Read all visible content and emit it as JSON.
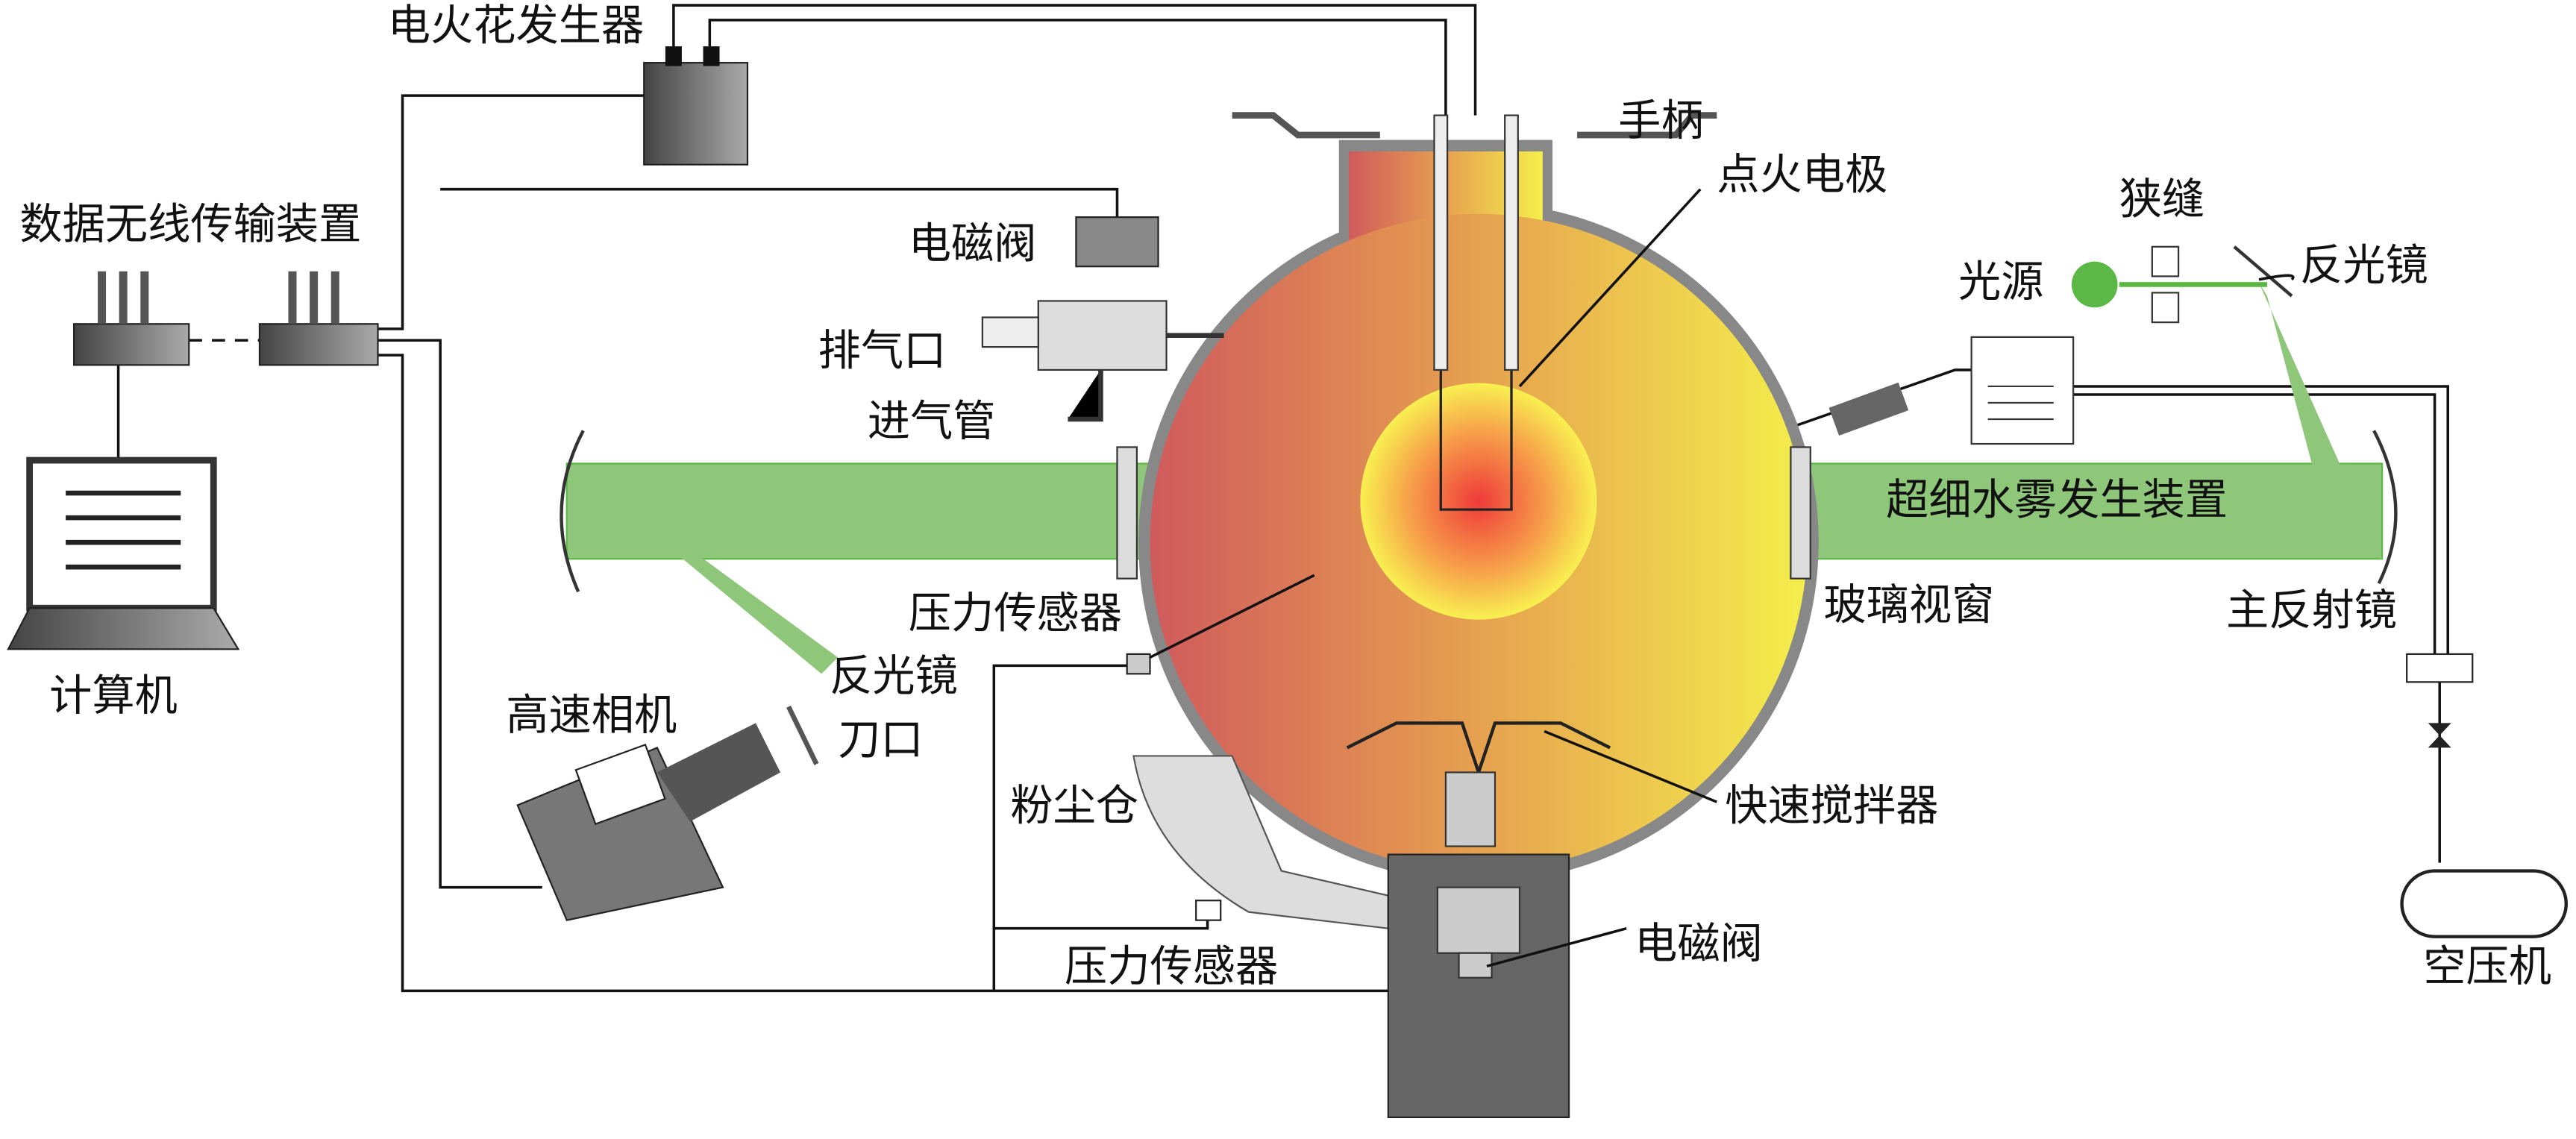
{
  "labels": {
    "spark_generator": "电火花发生器",
    "wireless_device": "数据无线传输装置",
    "computer": "计算机",
    "handle": "手柄",
    "ignition_electrode": "点火电极",
    "solenoid_valve_top": "电磁阀",
    "exhaust_port": "排气口",
    "intake_pipe": "进气管",
    "slit": "狭缝",
    "light_source": "光源",
    "mirror_right": "反光镜",
    "mist_generator": "超细水雾发生装置",
    "glass_window": "玻璃视窗",
    "main_mirror": "主反射镜",
    "pressure_sensor_top": "压力传感器",
    "mirror_left": "反光镜",
    "high_speed_camera": "高速相机",
    "knife_edge": "刀口",
    "dust_chamber": "粉尘仓",
    "fast_stirrer": "快速搅拌器",
    "solenoid_valve_bottom": "电磁阀",
    "pressure_sensor_bottom": "压力传感器",
    "air_compressor": "空压机"
  },
  "colors": {
    "beam": "#8fc77a",
    "light": "#5cb844",
    "chamber_left": "#d2605a",
    "chamber_right": "#f2ea4e"
  }
}
